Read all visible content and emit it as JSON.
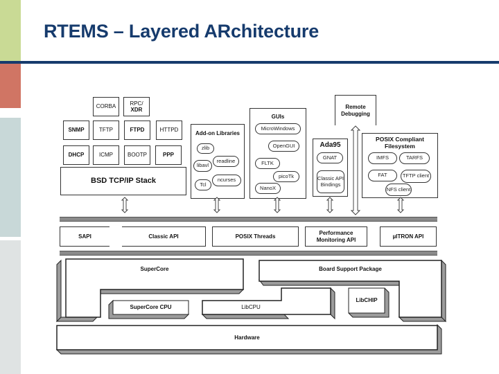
{
  "slide": {
    "title": "RTEMS – Layered ARchitecture",
    "colors": {
      "title": "#163b6d",
      "strip_green": "#c9da95",
      "strip_red": "#d07564",
      "strip_teal": "#c8d8d8",
      "strip_gray": "#dfe3e3"
    }
  },
  "network": {
    "corba": "CORBA",
    "rpc_line1": "RPC/",
    "rpc_line2": "XDR",
    "snmp": "SNMP",
    "tftp": "TFTP",
    "ftpd": "FTPD",
    "httpd": "HTTPD",
    "dhcp": "DHCP",
    "icmp": "ICMP",
    "bootp": "BOOTP",
    "ppp": "PPP",
    "stack": "BSD TCP/IP Stack"
  },
  "addon": {
    "title": "Add-on Libraries",
    "items": [
      "zlib",
      "readline",
      "libavl",
      "ncurses",
      "Tcl"
    ]
  },
  "guis": {
    "title": "GUIs",
    "items": [
      "MicroWindows",
      "OpenGUI",
      "FLTK",
      "picoTk",
      "NanoX"
    ]
  },
  "ada": {
    "title": "Ada95",
    "gnat": "GNAT",
    "bindings": "Classic API Bindings"
  },
  "remote": {
    "line1": "Remote",
    "line2": "Debugging"
  },
  "posix_fs": {
    "title_line1": "POSIX Compliant",
    "title_line2": "Filesystem",
    "items": [
      "IMFS",
      "TARFS",
      "FAT",
      "TFTP client",
      "NFS client"
    ]
  },
  "apis": {
    "sapi": "SAPI",
    "classic": "Classic API",
    "posix_threads": "POSIX Threads",
    "perf_line1": "Performance",
    "perf_line2": "Monitoring API",
    "itron": "µITRON API"
  },
  "core": {
    "supercore": "SuperCore",
    "bsp": "Board Support Package",
    "supercore_cpu": "SuperCore CPU",
    "libcpu": "LibCPU",
    "libchip": "LibCHIP",
    "hardware": "Hardware"
  }
}
